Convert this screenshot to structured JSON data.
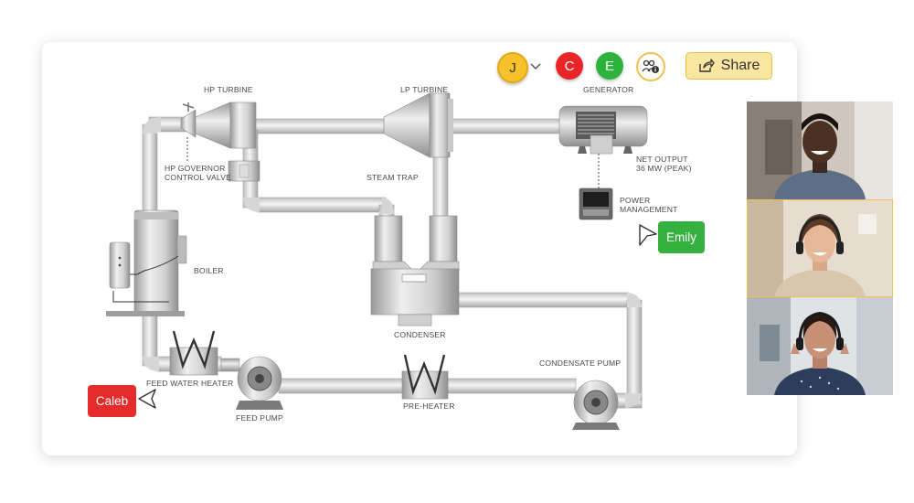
{
  "toolbar": {
    "collaborators": [
      {
        "initial": "J",
        "color": "#f6c22c"
      },
      {
        "initial": "C",
        "color": "#ea2427"
      },
      {
        "initial": "E",
        "color": "#2cb33b"
      }
    ],
    "share_label": "Share"
  },
  "diagram_labels": {
    "hp_turbine": "HP TURBINE",
    "lp_turbine": "LP TURBINE",
    "generator": "GENERATOR",
    "hp_governor_1": "HP GOVERNOR",
    "hp_governor_2": "CONTROL VALVE",
    "steam_trap": "STEAM TRAP",
    "net_output_1": "NET OUTPUT",
    "net_output_2": "36 MW (PEAK)",
    "power_mgmt_1": "POWER",
    "power_mgmt_2": "MANAGEMENT",
    "boiler": "BOILER",
    "condenser": "CONDENSER",
    "feed_water_heater": "FEED WATER HEATER",
    "feed_pump": "FEED PUMP",
    "pre_heater": "PRE-HEATER",
    "condensate_pump": "CONDENSATE PUMP"
  },
  "cursors": {
    "caleb": {
      "name": "Caleb",
      "color": "#e62b2b"
    },
    "emily": {
      "name": "Emily",
      "color": "#34b13f"
    }
  },
  "video_call": {
    "highlight_color": "#f2c14e"
  }
}
